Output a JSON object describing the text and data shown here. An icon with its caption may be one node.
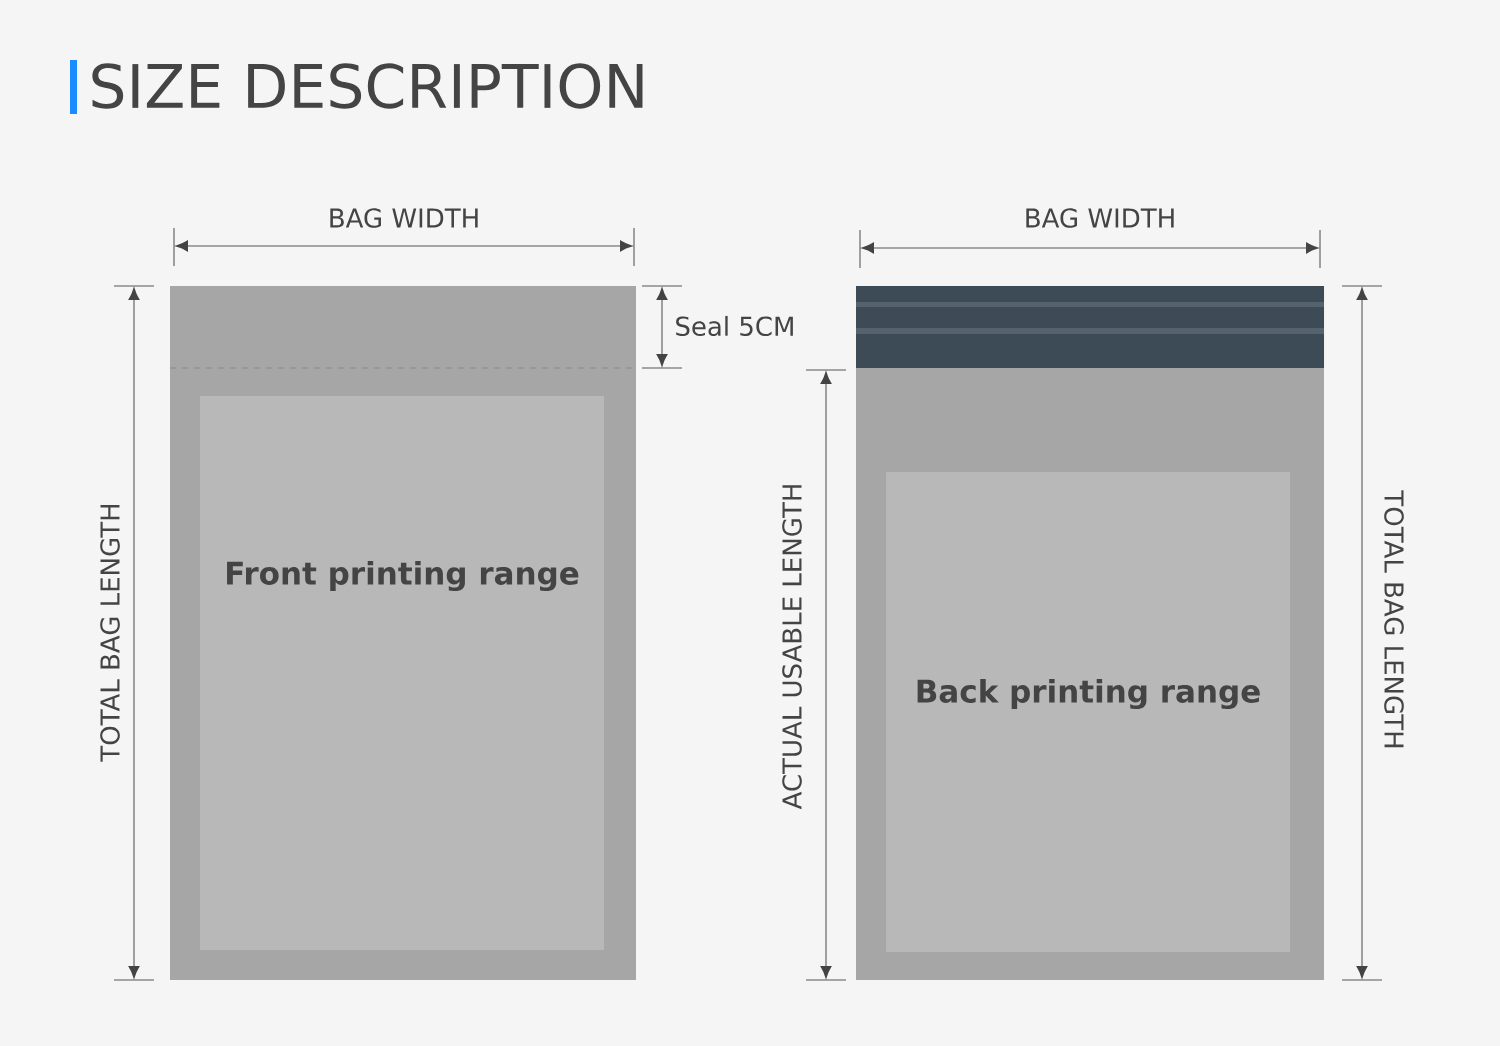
{
  "diagram": {
    "title": "SIZE DESCRIPTION",
    "nodes": [
      {
        "text": [],
        "shape": "box"
      },
      {
        "text": [
          "Front printing range"
        ],
        "in": 0
      },
      {
        "text": [],
        "shape": "box"
      },
      {
        "text": [
          "Back printing range"
        ],
        "in": 2
      }
    ],
    "labels": [
      "BAG WIDTH",
      "BAG WIDTH",
      "TOTAL BAG LENGTH",
      "Seal 5CM",
      "ACTUAL USABLE LENGTH",
      "TOTAL BAG LENGTH"
    ]
  }
}
